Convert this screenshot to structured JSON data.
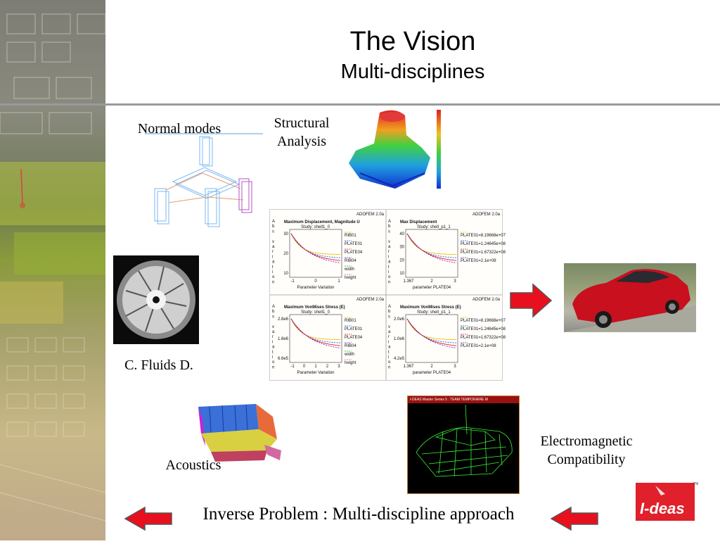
{
  "slide": {
    "title": "The Vision",
    "subtitle": "Multi-disciplines",
    "bottom_text": "Inverse Problem : Multi-discipline approach"
  },
  "captions": {
    "normal_modes": "Normal modes",
    "structural_1": "Structural",
    "structural_2": "Analysis",
    "cfd": "C. Fluids D.",
    "acoustics": "Acoustics",
    "em_1": "Electromagnetic",
    "em_2": "Compatibility"
  },
  "logo": {
    "text": "I-deas",
    "tm": "TM"
  },
  "em_window": {
    "titlebar": "I-DEAS Master Series 5 : TEAM TEMPORAIRE M"
  },
  "plots": [
    {
      "header": "ADOFEM 2.0a",
      "title": "Maximum Displacement, Magnitude U",
      "study": "Study: shell1_0",
      "yticks": [
        "30",
        "20",
        "10"
      ],
      "xticks": [
        "-1",
        "0",
        "1"
      ],
      "xlabel": "Parameter Variation",
      "legend": [
        "RIB01",
        "PLATE01",
        "PLATE04",
        "RIB04",
        "width",
        "height"
      ]
    },
    {
      "header": "ADOFEM 2.0a",
      "title": "Max Displacement",
      "study": "Study: shell_p1_1",
      "yticks": [
        "40",
        "30",
        "20",
        "10"
      ],
      "xticks": [
        "1.367",
        "2",
        "3"
      ],
      "xlabel": "parameter PLATE04",
      "legend": [
        "PLATE01=8.19668e+07",
        "PLATE01=1.24645e+08",
        "PLATE01=1.67322e+08",
        "PLATE01=2.1e+08"
      ]
    },
    {
      "header": "ADOFEM 2.0a",
      "title": "Maximum VonMises Stress (E)",
      "study": "Study: shell1_0",
      "yticks": [
        "2.8e6",
        "1.8e6",
        "6.6e5"
      ],
      "xticks": [
        "-1",
        "0",
        "1",
        "2",
        "3"
      ],
      "xlabel": "Parameter Variation",
      "legend": [
        "RIB01",
        "PLATE01",
        "PLATE04",
        "RIB04",
        "width",
        "height"
      ]
    },
    {
      "header": "ADOFEM 2.0a",
      "title": "Maximum VonMises Stress (E)",
      "study": "Study: shell_p1_1",
      "yticks": [
        "2.0e6",
        "1.0e6",
        "4.2e5"
      ],
      "xticks": [
        "1.367",
        "2",
        "3"
      ],
      "xlabel": "parameter PLATE04",
      "legend": [
        "PLATE01=8.19668e+07",
        "PLATE01=1.24645e+08",
        "PLATE01=1.67322e+08",
        "PLATE01=2.1e+08"
      ]
    }
  ],
  "ylabel_letters": [
    "A",
    "b",
    "s",
    "",
    "v",
    "a",
    "r",
    "i",
    "a",
    "t",
    "i",
    "o",
    "n"
  ],
  "colors": {
    "arrow": "#e8101e",
    "logo_red": "#e0202a",
    "car": "#c8101e",
    "em_green": "#38f038"
  },
  "icons": [
    "arrow-right-icon",
    "arrow-left-icon"
  ]
}
